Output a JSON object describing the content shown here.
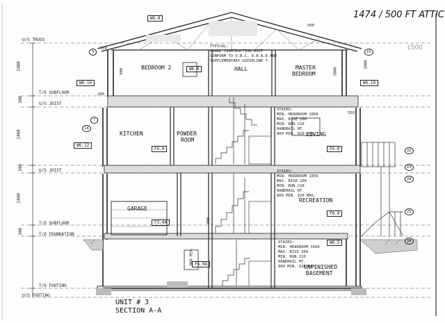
{
  "title": {
    "handwritten": "1474 / 500 FT ATTIC",
    "section": "SECTION A-A",
    "unit": "UNIT # 3"
  },
  "levels": {
    "us_truss": "U/S TRUSS",
    "to_subfloor_upper": "T/O SUBFLOOR",
    "us_joist_upper": "U/S JOIST",
    "us_joist_mid": "U/S JOIST",
    "to_subfloor_lower": "T/O SUBFLOOR",
    "to_foundation": "T/O FOUNDATION",
    "to_footing": "T/O FOOTING",
    "us_footing": "U/S FOOTING"
  },
  "left_dims": [
    "2460",
    "300",
    "2460",
    "300",
    "2440",
    "300"
  ],
  "rooms": {
    "bedroom2": "BEDROOM 2",
    "hall": "HALL",
    "master_bedroom_1": "MASTER",
    "master_bedroom_2": "BEDROOM",
    "kitchen": "KITCHEN",
    "powder_room_1": "POWDER",
    "powder_room_2": "ROOM",
    "living": "LIVING",
    "garage": "GARAGE",
    "recreation": "RECREATION",
    "unfinished_1": "UNFINISHED",
    "unfinished_2": "BASEMENT"
  },
  "notes": {
    "guard": [
      "TYPICAL:",
      "GUARD CONSTRUCTION MUST",
      "CONFORM TO O.B.C. 9.8.8.8 AND",
      "SUPPLEMENTARY GUIDELINE 7."
    ],
    "stairs_upper": [
      "STAIRS:",
      "MIN. HEADROOM 1950",
      "MAX. RISE 200",
      "MIN. RUN 210",
      "HANDRAIL HT.",
      "800 MIN. 920 MAX."
    ],
    "stairs_mid": [
      "STAIRS:",
      "MIN. HEADROOM 1950",
      "MAX. RISE 200",
      "MIN. RUN 210",
      "HANDRAIL HT.",
      "800 MIN. 920 MAX."
    ],
    "stairs_lower": [
      "STAIRS:",
      "MIN. HEADROOM 1950",
      "MAX. RISE 200",
      "MIN. RUN 210",
      "HANDRAIL HT.",
      "800 MIN. 920 MAX."
    ]
  },
  "tags": {
    "w6_0_top": "W6.0",
    "w6_10_left": "W6.10",
    "w6_10_right": "W6.10",
    "w6_12": "W6.12",
    "f6_0_kitchen": "F6.0",
    "f6_0_living": "F6.0",
    "f6_0_rec": "F6.0",
    "f3_0a": "F3.0A",
    "w8_5": "W8.5",
    "f6_9a": "F6.9A",
    "w6_0_bed": "W6.0"
  },
  "dims": {
    "d500": "500",
    "d150": "150",
    "d200": "200",
    "d300": "300",
    "d550": "550",
    "d3000": "3000",
    "d800": "800 MIN.",
    "d900": "900",
    "d2000": "2000"
  },
  "callouts": [
    "22",
    "23",
    "24",
    "25",
    "26",
    "14",
    "15",
    "9",
    "7"
  ],
  "stamp": "1500"
}
